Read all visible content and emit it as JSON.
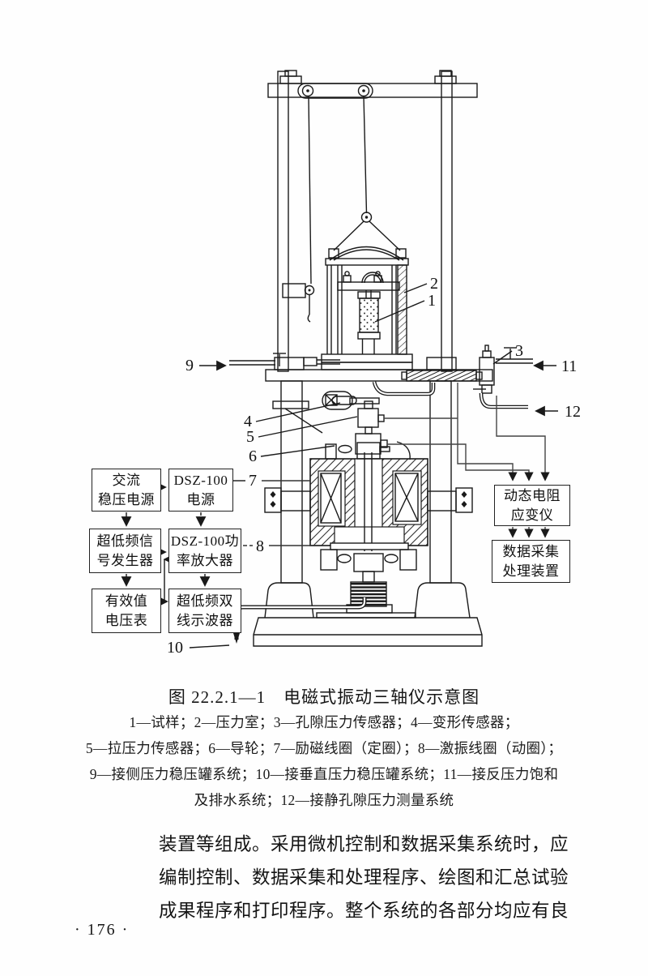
{
  "ink_color": "#1a1a1a",
  "figure": {
    "caption": "图 22.2.1—1　电磁式振动三轴仪示意图",
    "legend_lines": [
      "1—试样；2—压力室；3—孔隙压力传感器；4—变形传感器；",
      "5—拉压力传感器；6—导轮；7—励磁线圈（定圈）；8—激振线圈（动圈）；",
      "9—接侧压力稳压罐系统；10—接垂直压力稳压罐系统；11—接反压力饱和",
      "及排水系统；12—接静孔隙压力测量系统"
    ],
    "part_numbers": [
      "1",
      "2",
      "3",
      "4",
      "5",
      "6",
      "7",
      "8",
      "9",
      "10",
      "11",
      "12"
    ],
    "flowchart": {
      "ac_supply": {
        "line1": "交流",
        "line2": "稳压电源"
      },
      "dsz_power": {
        "line1": "DSZ-100",
        "line2": "电源"
      },
      "signal_gen": {
        "line1": "超低频信",
        "line2": "号发生器"
      },
      "power_amp": {
        "line1": "DSZ-100功",
        "line2": "率放大器"
      },
      "rms_voltmeter": {
        "line1": "有效值",
        "line2": "电压表"
      },
      "oscilloscope": {
        "line1": "超低频双",
        "line2": "线示波器"
      },
      "strain_meter": {
        "line1": "动态电阻",
        "line2": "应变仪"
      },
      "daq_device": {
        "line1": "数据采集",
        "line2": "处理装置"
      }
    }
  },
  "body": {
    "lines": [
      "装置等组成。采用微机控制和数据采集系统时，应",
      "编制控制、数据采集和处理程序、绘图和汇总试验",
      "成果程序和打印程序。整个系统的各部分均应有良"
    ]
  },
  "page_number": "· 176 ·"
}
